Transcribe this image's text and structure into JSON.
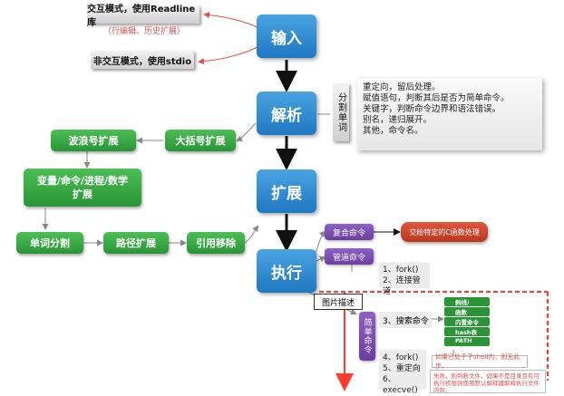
{
  "flow": {
    "input": "输入",
    "parse": "解析",
    "expand": "扩展",
    "exec": "执行"
  },
  "input_notes": {
    "interactive": "交互模式，使用Readline库",
    "interactive_sub": "（行编辑、历史扩展）",
    "noninteractive": "非交互模式，使用stdio"
  },
  "parse_side": {
    "label": "分割单词",
    "callout": [
      "重定向，留后处理。",
      "赋值语句，判断其后是否为简单命令。",
      "关键字，判断命令边界和语法错误。",
      "别名，递归展开。",
      "其他，命令名。"
    ]
  },
  "expansions": {
    "brace": "大括号扩展",
    "tilde": "波浪号扩展",
    "var": "变量/命令/进程/数学扩展",
    "split": "单词分割",
    "path": "路径扩展",
    "quote": "引用移除"
  },
  "exec_side": {
    "compound": "复合命令",
    "compound_target": "交给特定的C函数处理",
    "pipeline": "管道命令",
    "pipe_steps": [
      "1、fork()",
      "2、连接管道"
    ],
    "image_caption": "图片描述",
    "simple": "简单命令",
    "search": "3、搜索命令",
    "search_items": [
      "斜线/",
      "函数",
      "内置命令",
      "hash表",
      "PATH"
    ],
    "builtin_note": "如果已处于子shell内，则无此步。",
    "steps": [
      "4、fork()",
      "5、重定向",
      "6、execve()"
    ],
    "fail_note": "失败，则判断文件，如果不是目录且有可执行权限则使用默认解释器解释执行文件内容。"
  }
}
